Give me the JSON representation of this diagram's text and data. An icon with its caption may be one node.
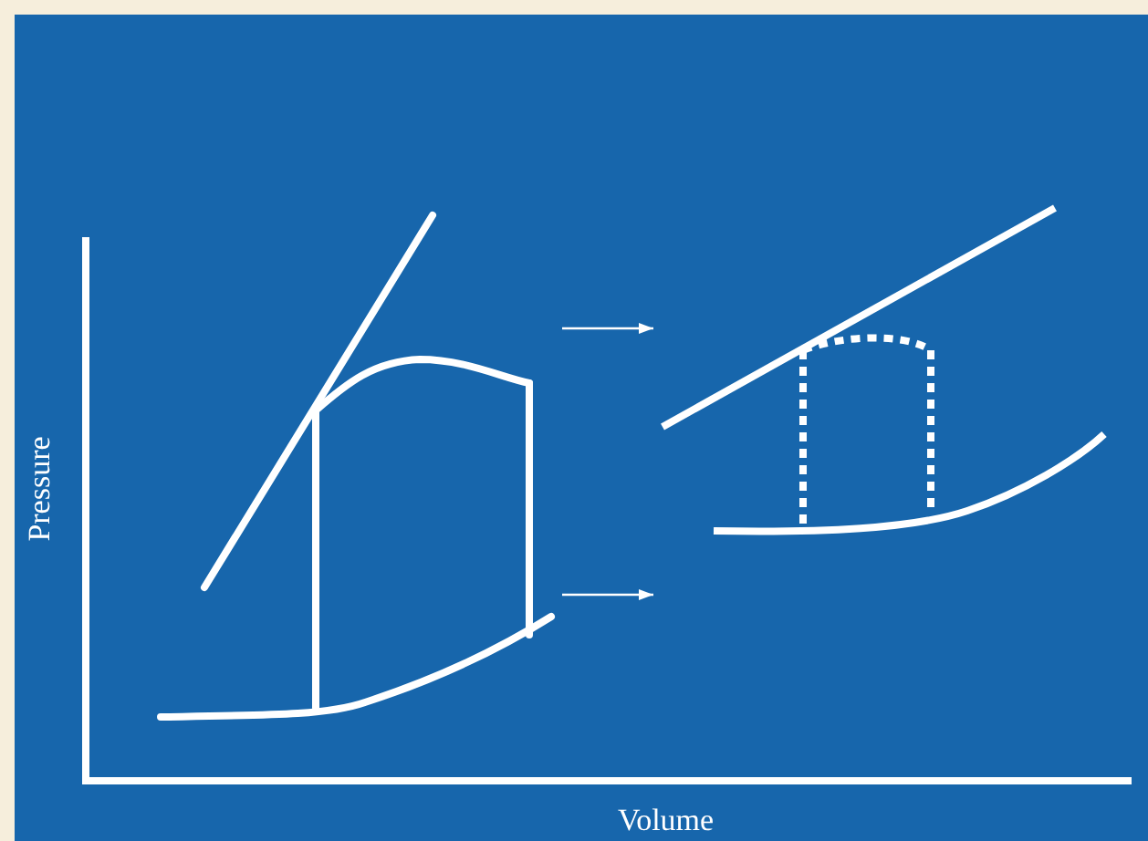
{
  "diagram": {
    "nodes": [
      {
        "text": [],
        "shape": "picture"
      },
      {
        "text": [],
        "shape": "picture"
      }
    ],
    "edges": [
      {
        "from": 0,
        "to": 1,
        "arrow": "to"
      },
      {
        "from": 0,
        "to": 1,
        "arrow": "to"
      }
    ],
    "labels": [
      "Pressure",
      "Volume"
    ]
  }
}
